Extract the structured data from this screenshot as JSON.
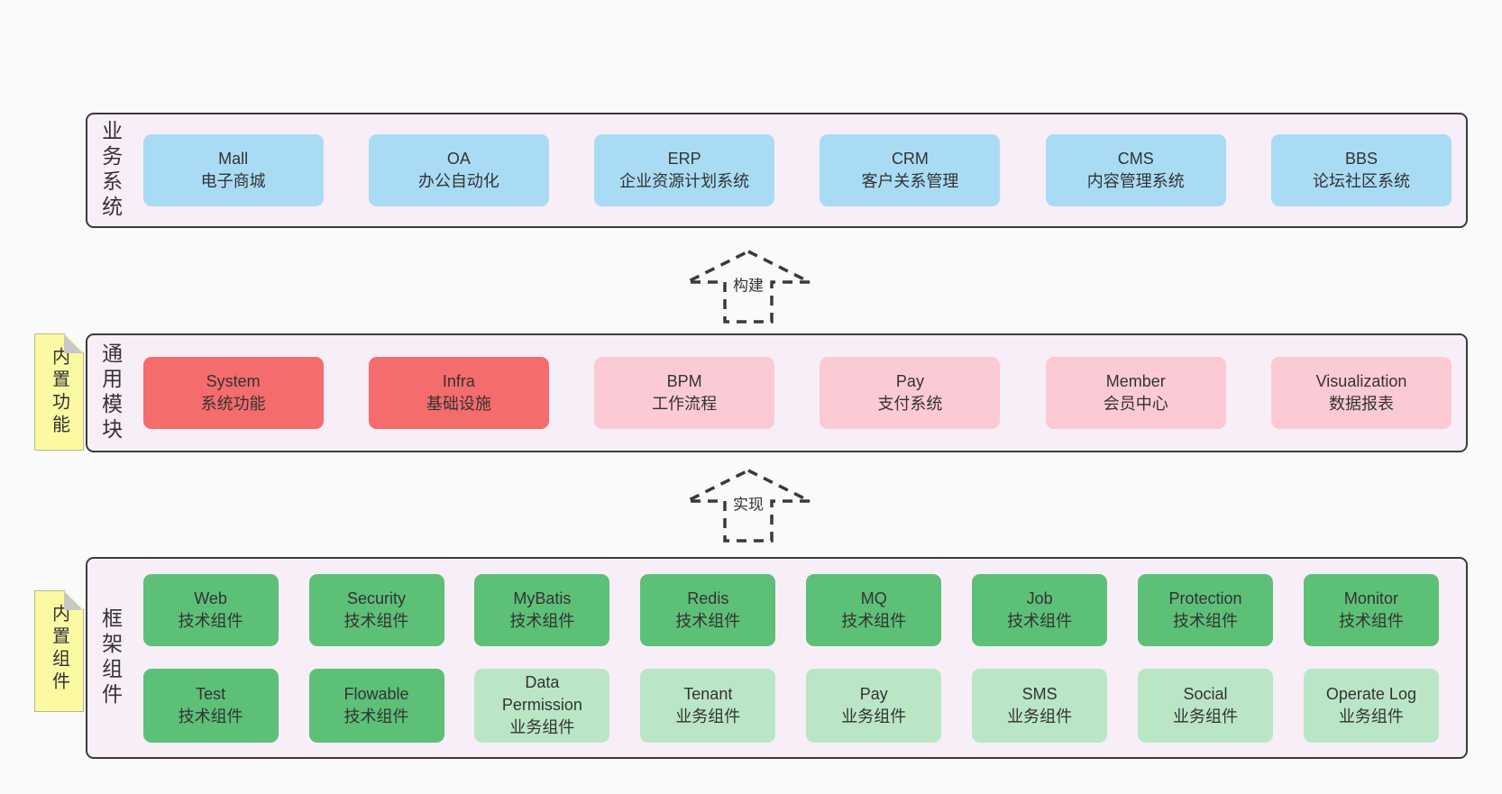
{
  "diagram": {
    "arrows": {
      "build": "构建",
      "implement": "实现"
    },
    "layers": {
      "business": {
        "label": "业务系统",
        "boxes": [
          {
            "title": "Mall",
            "subtitle": "电子商城"
          },
          {
            "title": "OA",
            "subtitle": "办公自动化"
          },
          {
            "title": "ERP",
            "subtitle": "企业资源计划系统"
          },
          {
            "title": "CRM",
            "subtitle": "客户关系管理"
          },
          {
            "title": "CMS",
            "subtitle": "内容管理系统"
          },
          {
            "title": "BBS",
            "subtitle": "论坛社区系统"
          }
        ]
      },
      "modules": {
        "label": "通用模块",
        "tag": "内置功能",
        "boxes": [
          {
            "title": "System",
            "subtitle": "系统功能"
          },
          {
            "title": "Infra",
            "subtitle": "基础设施"
          },
          {
            "title": "BPM",
            "subtitle": "工作流程"
          },
          {
            "title": "Pay",
            "subtitle": "支付系统"
          },
          {
            "title": "Member",
            "subtitle": "会员中心"
          },
          {
            "title": "Visualization",
            "subtitle": "数据报表"
          }
        ]
      },
      "components": {
        "label": "框架组件",
        "tag": "内置组件",
        "row1": [
          {
            "title": "Web",
            "subtitle": "技术组件"
          },
          {
            "title": "Security",
            "subtitle": "技术组件"
          },
          {
            "title": "MyBatis",
            "subtitle": "技术组件"
          },
          {
            "title": "Redis",
            "subtitle": "技术组件"
          },
          {
            "title": "MQ",
            "subtitle": "技术组件"
          },
          {
            "title": "Job",
            "subtitle": "技术组件"
          },
          {
            "title": "Protection",
            "subtitle": "技术组件"
          },
          {
            "title": "Monitor",
            "subtitle": "技术组件"
          }
        ],
        "row2": [
          {
            "title": "Test",
            "subtitle": "技术组件"
          },
          {
            "title": "Flowable",
            "subtitle": "技术组件"
          },
          {
            "title": "Data Permission",
            "subtitle": "业务组件"
          },
          {
            "title": "Tenant",
            "subtitle": "业务组件"
          },
          {
            "title": "Pay",
            "subtitle": "业务组件"
          },
          {
            "title": "SMS",
            "subtitle": "业务组件"
          },
          {
            "title": "Social",
            "subtitle": "业务组件"
          },
          {
            "title": "Operate Log",
            "subtitle": "业务组件"
          }
        ]
      }
    },
    "colors": {
      "page_bg": "#fafafa",
      "layer_bg": "#f8eef7",
      "layer_border": "#3b3b3b",
      "business_box": "#a9dcf4",
      "module_box_strong": "#f56c6c",
      "module_box_light": "#fccad4",
      "component_box_tech": "#5dc077",
      "component_box_biz": "#bae6c6",
      "sticky_tag": "#fbfaa2",
      "text": "#333333"
    }
  }
}
